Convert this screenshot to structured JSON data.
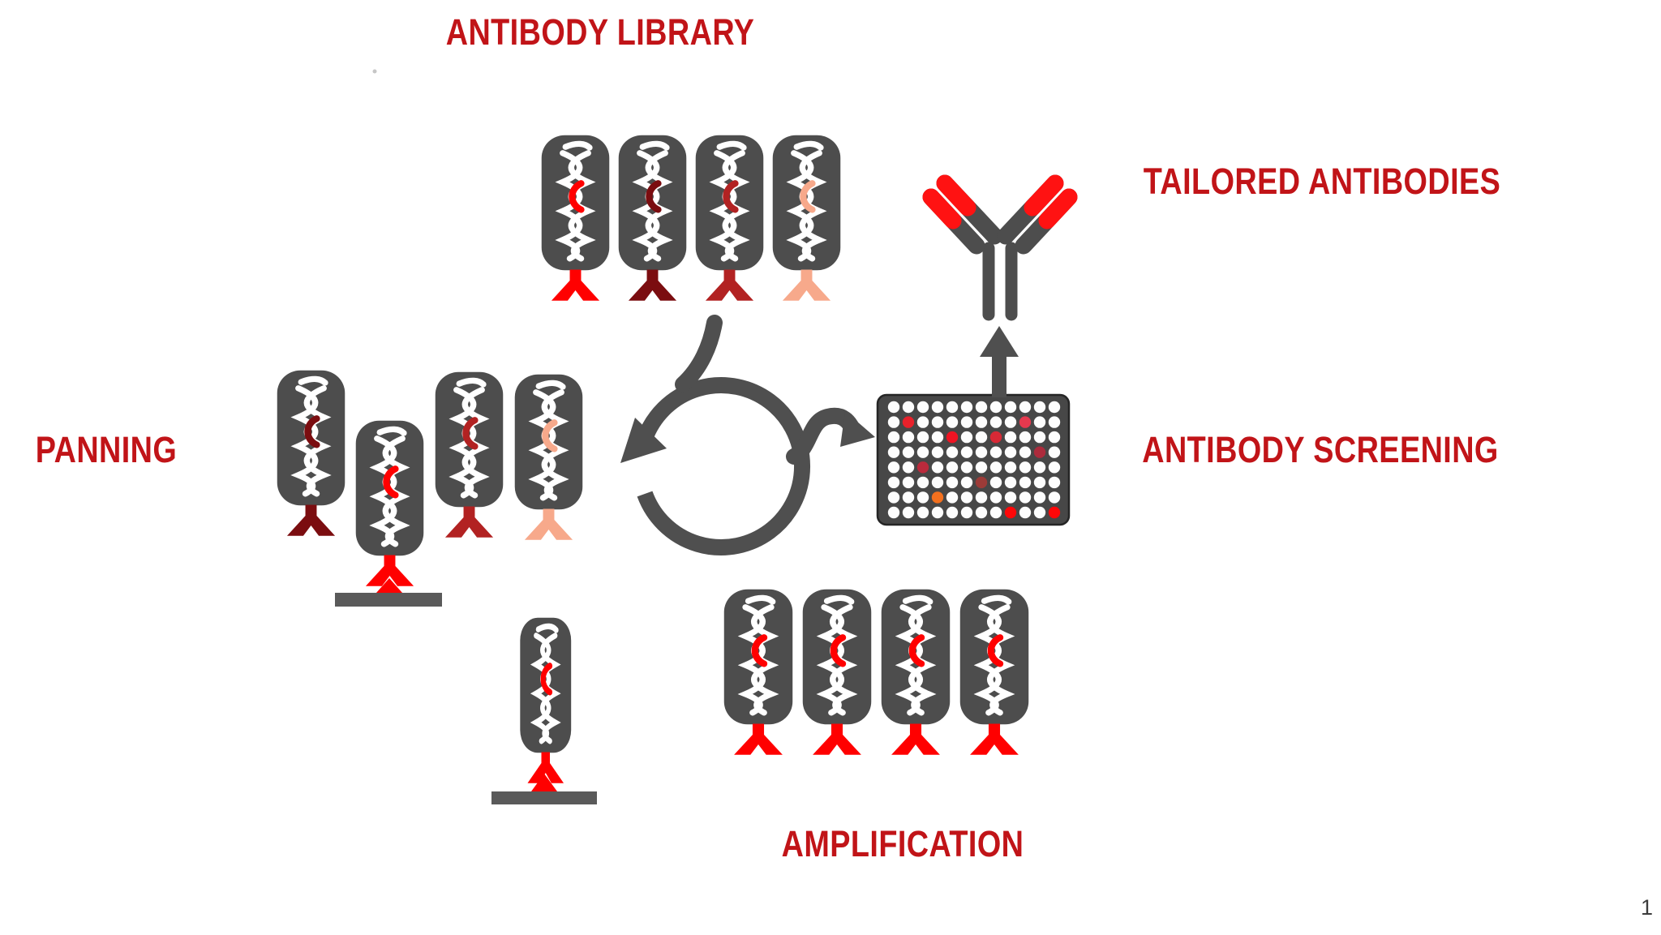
{
  "page": {
    "number": "1",
    "background": "#FFFFFF"
  },
  "labels": {
    "library": {
      "text": "ANTIBODY LIBRARY"
    },
    "tailored": {
      "text": "TAILORED ANTIBODIES"
    },
    "panning": {
      "text": "PANNING"
    },
    "screening": {
      "text": "ANTIBODY SCREENING"
    },
    "amplification": {
      "text": "AMPLIFICATION"
    }
  },
  "palette": {
    "label_red": "#C11418",
    "body_gray": "#4D4D4D",
    "arrow_gray": "#4F4F4F",
    "surface_gray": "#5A5A5A",
    "dna_white": "#FFFFFF",
    "well_white": "#FDFDFD",
    "plate_fill": "#474747",
    "plate_border": "#252525",
    "antibody_red": "#FF1212",
    "antigen_red": "#FF0000",
    "page_number_gray": "#3C3C3C",
    "stray_dot_gray": "#C6C6C6"
  },
  "variant_colors": {
    "bright-red": "#FF0000",
    "dark-maroon": "#7B0D10",
    "brick-red": "#B22222",
    "salmon": "#F7A98B"
  },
  "phage_groups": {
    "library": {
      "variants": [
        "bright-red",
        "dark-maroon",
        "brick-red",
        "salmon"
      ]
    },
    "panning": {
      "variants": [
        "dark-maroon",
        "bright-red",
        "brick-red",
        "salmon"
      ],
      "bound_index": 1,
      "bound_variant": "bright-red"
    },
    "amplification": {
      "variants": [
        "bright-red",
        "bright-red",
        "bright-red",
        "bright-red"
      ]
    },
    "selected": {
      "variants": [
        "bright-red"
      ]
    }
  },
  "microplate": {
    "rows": 8,
    "cols": 12,
    "hit_wells": [
      {
        "row": 2,
        "col": 2,
        "color": "#E8212B"
      },
      {
        "row": 2,
        "col": 10,
        "color": "#E6394E"
      },
      {
        "row": 3,
        "col": 5,
        "color": "#EF1423"
      },
      {
        "row": 3,
        "col": 8,
        "color": "#D82936"
      },
      {
        "row": 4,
        "col": 11,
        "color": "#AC2B3C"
      },
      {
        "row": 5,
        "col": 3,
        "color": "#BB2A3C"
      },
      {
        "row": 6,
        "col": 7,
        "color": "#9C3B38"
      },
      {
        "row": 7,
        "col": 4,
        "color": "#F3701E"
      },
      {
        "row": 8,
        "col": 9,
        "color": "#FE0708"
      },
      {
        "row": 8,
        "col": 12,
        "color": "#FE0708"
      }
    ]
  }
}
